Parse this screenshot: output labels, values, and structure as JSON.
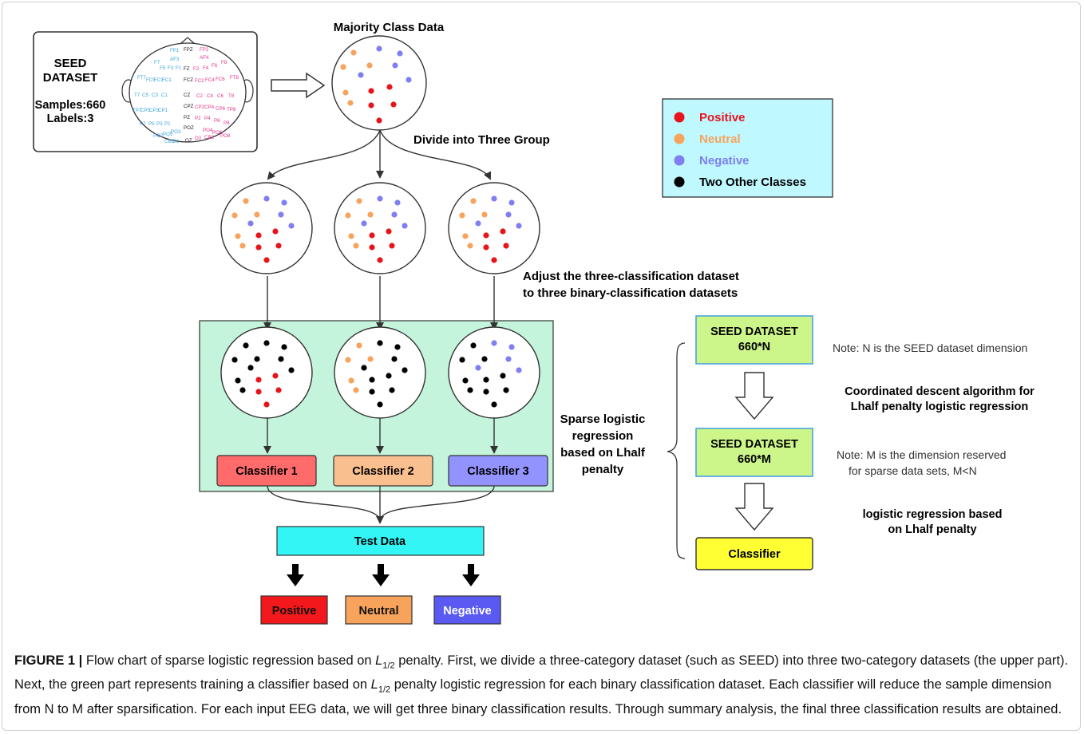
{
  "seed_box": {
    "title_line1": "SEED",
    "title_line2": "DATASET",
    "samples": "Samples:660",
    "labels": "Labels:3"
  },
  "electrodes": {
    "blue": [
      "FP1",
      "AF3",
      "F7",
      "F5",
      "F3",
      "F1",
      "FT7",
      "FC5",
      "FC3",
      "FC1",
      "T7",
      "C5",
      "C3",
      "C1",
      "TP7",
      "CP5",
      "CP3",
      "CP1",
      "P7",
      "P5",
      "P3",
      "P1",
      "PO7",
      "PO5",
      "PO3",
      "CB1",
      "O1"
    ],
    "black": [
      "FPZ",
      "FZ",
      "FCZ",
      "CZ",
      "CPZ",
      "PZ",
      "POZ",
      "OZ"
    ],
    "pink": [
      "FP2",
      "AF4",
      "F2",
      "F4",
      "F6",
      "F8",
      "FC2",
      "FC4",
      "FC6",
      "FT8",
      "C2",
      "C4",
      "C6",
      "T8",
      "CP2",
      "CP4",
      "CP6",
      "TP8",
      "P2",
      "P4",
      "P6",
      "P8",
      "PO4",
      "PO6",
      "PO8",
      "O2",
      "CB2"
    ]
  },
  "labels": {
    "majority": "Majority Class Data",
    "divide": "Divide into Three Group",
    "adjust_line1": "Adjust the three-classification dataset",
    "adjust_line2": "to three binary-classification datasets",
    "sparse_line1": "Sparse logistic",
    "sparse_line2": "regression",
    "sparse_line3": "based on  Lhalf",
    "sparse_line4": "penalty"
  },
  "legend": [
    {
      "label": "Positive",
      "color": "#e8141c"
    },
    {
      "label": "Neutral",
      "color": "#f7a35c"
    },
    {
      "label": "Negative",
      "color": "#7f7ff2"
    },
    {
      "label": "Two Other Classes",
      "color": "#000000"
    }
  ],
  "classifiers": [
    {
      "label": "Classifier 1",
      "color": "#ff6b6b"
    },
    {
      "label": "Classifier 2",
      "color": "#f9bf8f"
    },
    {
      "label": "Classifier 3",
      "color": "#9393ff"
    }
  ],
  "test_data": "Test Data",
  "outputs": [
    {
      "label": "Positive",
      "color": "#f2181c"
    },
    {
      "label": "Neutral",
      "color": "#f7a35c"
    },
    {
      "label": "Negative",
      "color": "#5a5af2"
    }
  ],
  "right_flow": {
    "box1_line1": "SEED DATASET",
    "box1_line2": "660*N",
    "note1": "Note: N is the SEED dataset dimension",
    "step1_line1": "Coordinated descent algorithm for",
    "step1_line2": "Lhalf penalty logistic regression",
    "box2_line1": "SEED DATASET",
    "box2_line2": "660*M",
    "note2_line1": "Note: M is the dimension reserved",
    "note2_line2": "for sparse data sets, M<N",
    "step2_line1": "logistic regression based",
    "step2_line2": "on Lhalf penalty",
    "box3": "Classifier"
  },
  "caption": {
    "lead": "FIGURE 1 |",
    "t1": " Flow chart of sparse logistic regression based on ",
    "L": "L",
    "sub": "1/2",
    "t2": " penalty. First, we divide a three-category dataset (such as SEED) into three two-category datasets (the upper part). Next, the green part represents training a classifier based on ",
    "t3": " penalty logistic regression for each binary classification dataset. Each classifier will reduce the sample dimension from N to M after sparsification. For each input EEG data, we will get three binary classification results. Through summary analysis, the final three classification results are obtained."
  },
  "colors": {
    "green_panel": "#c4f5dc",
    "cyan": "#33f5f5",
    "legend_bg": "#bff8ff",
    "light_green": "#ccf58a",
    "yellow": "#ffff33",
    "blue_border": "#4aa3e0"
  }
}
